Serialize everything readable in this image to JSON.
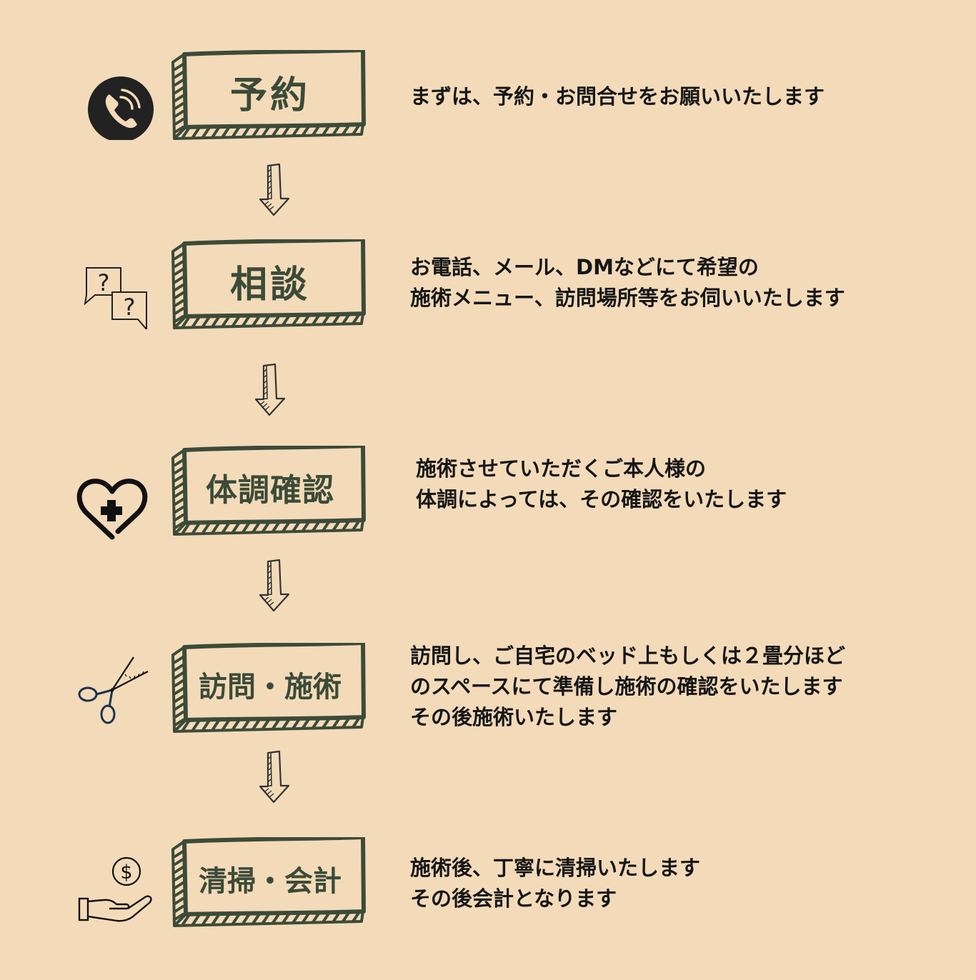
{
  "steps": [
    {
      "id": "reservation",
      "icon": "phone-icon",
      "title": "予約",
      "description": [
        "まずは、予約・お問合せをお願いいたします"
      ]
    },
    {
      "id": "consultation",
      "icon": "question-bubbles-icon",
      "title": "相談",
      "description": [
        "お電話、メール、DMなどにて希望の",
        "施術メニュー、訪問場所等をお伺いいたします"
      ]
    },
    {
      "id": "health-check",
      "icon": "heart-medical-icon",
      "title": "体調確認",
      "description": [
        "施術させていただくご本人様の",
        "体調によっては、その確認をいたします"
      ]
    },
    {
      "id": "visit-treatment",
      "icon": "scissors-icon",
      "title": "訪問・施術",
      "description": [
        "訪問し、ご自宅のベッド上もしくは２畳分ほど",
        "のスペースにて準備し施術の確認をいたします",
        "その後施術いたします"
      ]
    },
    {
      "id": "cleaning-payment",
      "icon": "money-hand-icon",
      "title": "清掃・会計",
      "description": [
        "施術後、丁寧に清掃いたします",
        "その後会計となります"
      ]
    }
  ],
  "colors": {
    "background": "#f3dbb9",
    "box_stroke": "#3c4b39",
    "title_text": "#3c4b39",
    "body_text": "#161616"
  }
}
